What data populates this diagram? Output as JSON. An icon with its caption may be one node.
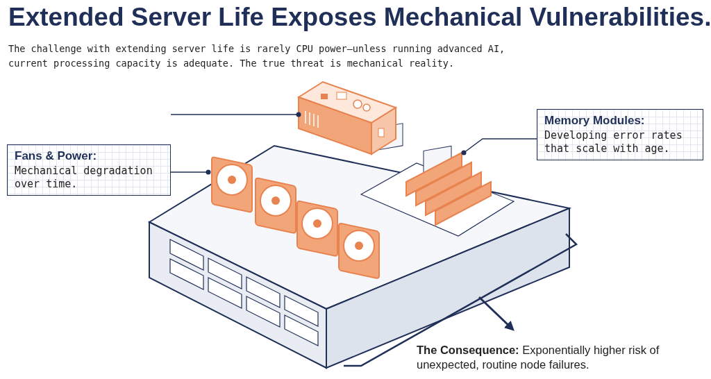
{
  "diagram": {
    "title": "Extended Server Life Exposes Mechanical Vulnerabilities.",
    "nodes": [
      {
        "text": [
          "Fans & Power:",
          "Mechanical degradation over time."
        ]
      },
      {
        "text": [
          "Memory Modules:",
          "Developing error rates that scale with age."
        ]
      },
      {
        "text": [],
        "shape": "picture"
      },
      {
        "text": [],
        "shape": "picture",
        "in": 5
      },
      {
        "text": [],
        "shape": "picture",
        "in": 5
      },
      {
        "text": [],
        "shape": "picture"
      },
      {
        "text": [
          "**The Consequence:** Exponentially higher risk of unexpected, routine node failures."
        ]
      }
    ],
    "edges": [
      {
        "from": 0,
        "to": 2,
        "arrow": "other"
      },
      {
        "from": 0,
        "to": 3,
        "arrow": "other"
      },
      {
        "from": 1,
        "to": 4,
        "arrow": "other"
      },
      {
        "from": 5,
        "to": 6,
        "arrow": "to"
      }
    ],
    "labels": [
      "The challenge with extending server life is rarely CPU power—unless running advanced AI, current processing capacity is adequate. The true threat is mechanical reality."
    ]
  }
}
